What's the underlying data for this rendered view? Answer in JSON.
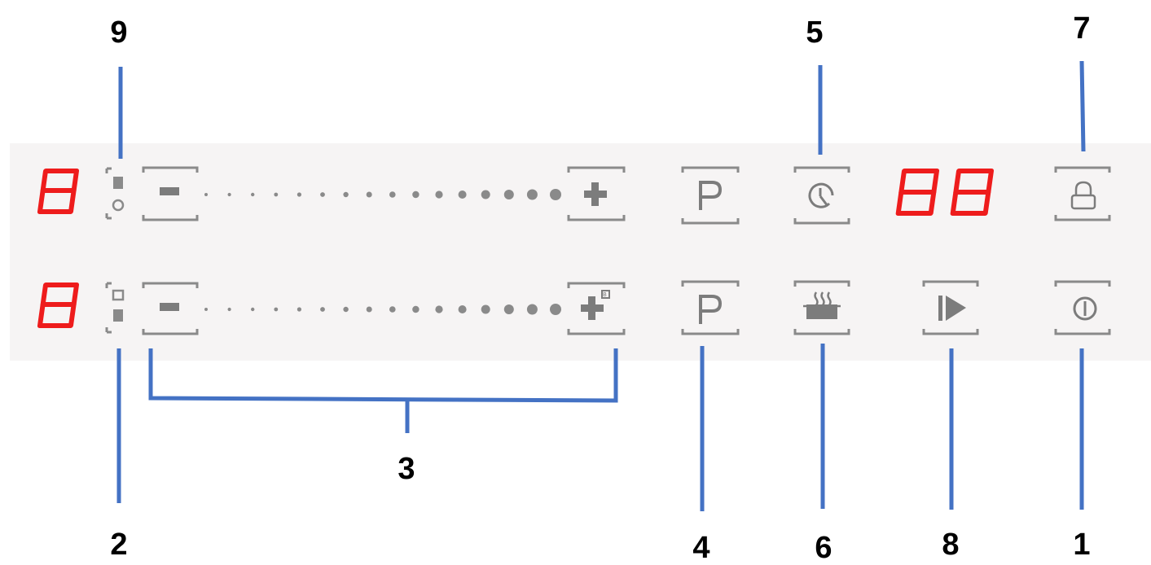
{
  "callouts": {
    "c9": "9",
    "c5": "5",
    "c7": "7",
    "c2": "2",
    "c3": "3",
    "c4": "4",
    "c6": "6",
    "c8": "8",
    "c1": "1"
  },
  "colors": {
    "panel": "#f6f4f4",
    "display_red": "#ee1c1c",
    "key_gray": "#8a8a8a",
    "leader_blue": "#4472c4"
  },
  "icons": {
    "zone_indicator": "zone-select-icon",
    "minus": "minus-icon",
    "plus": "plus-icon",
    "boost_plus": "boost-plus-icon",
    "program": "p-icon",
    "timer": "clock-icon",
    "keep_warm": "pot-icon",
    "pause": "pause-play-icon",
    "lock": "lock-icon",
    "power": "power-icon"
  },
  "displays": {
    "zone_top": "8",
    "zone_bottom": "8",
    "timer": "88"
  },
  "slider": {
    "dot_count": 16
  }
}
